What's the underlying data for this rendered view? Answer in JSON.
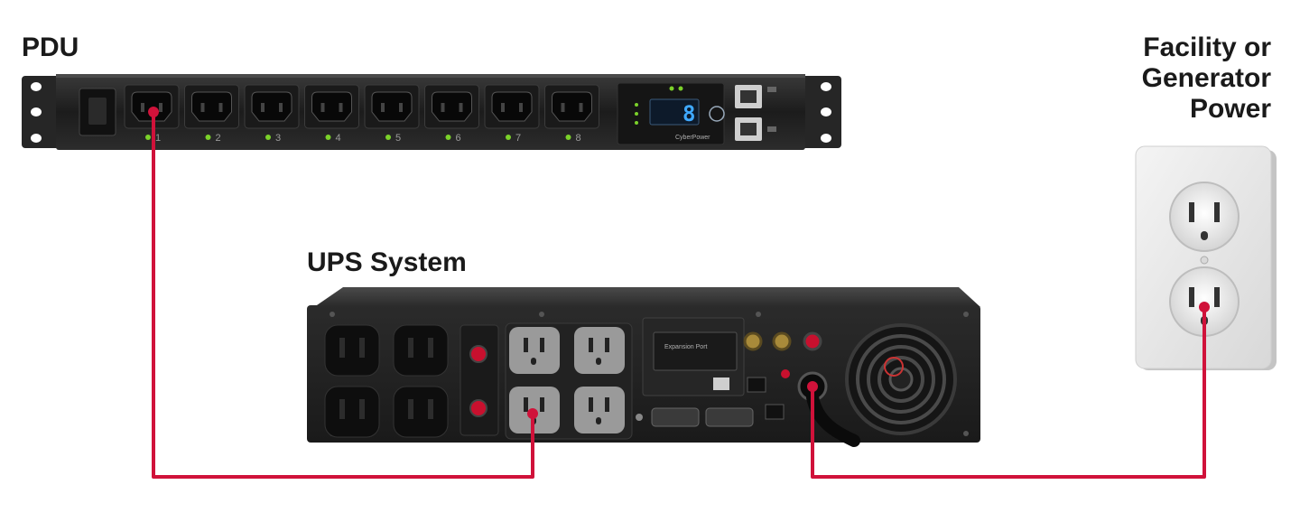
{
  "labels": {
    "pdu": "PDU",
    "ups": "UPS System",
    "facility": [
      "Facility or",
      "Generator",
      "Power"
    ]
  },
  "pdu": {
    "outlet_numbers": [
      "1",
      "2",
      "3",
      "4",
      "5",
      "6",
      "7",
      "8"
    ],
    "display_value": "8",
    "brand": "CyberPower"
  },
  "ups": {
    "expansion_port_label": "Expansion Port"
  },
  "colors": {
    "cable": "#d0123a",
    "device_body": "#1f1f1f",
    "led_green": "#7bd12a"
  }
}
